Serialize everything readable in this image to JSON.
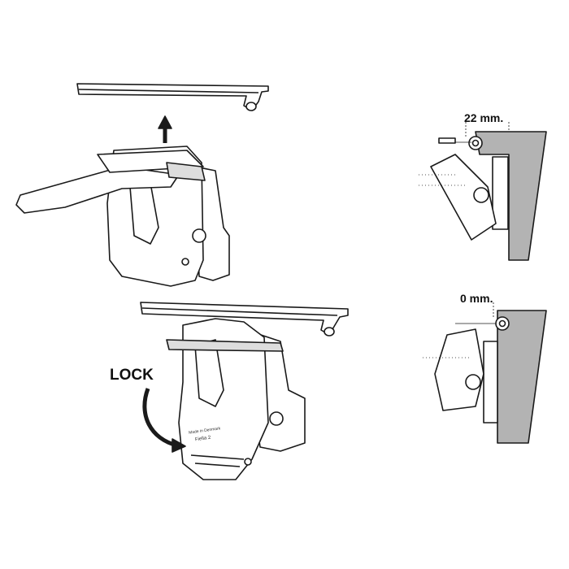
{
  "labels": {
    "dimension_open": "22 mm.",
    "dimension_closed": "0 mm.",
    "lock": "LOCK"
  },
  "product_marking": {
    "made_in": "Made in Denmark",
    "model": "Fiella 2"
  },
  "colors": {
    "line": "#1a1a1a",
    "wall": "#b3b3b3",
    "part_fill": "#ffffff"
  }
}
